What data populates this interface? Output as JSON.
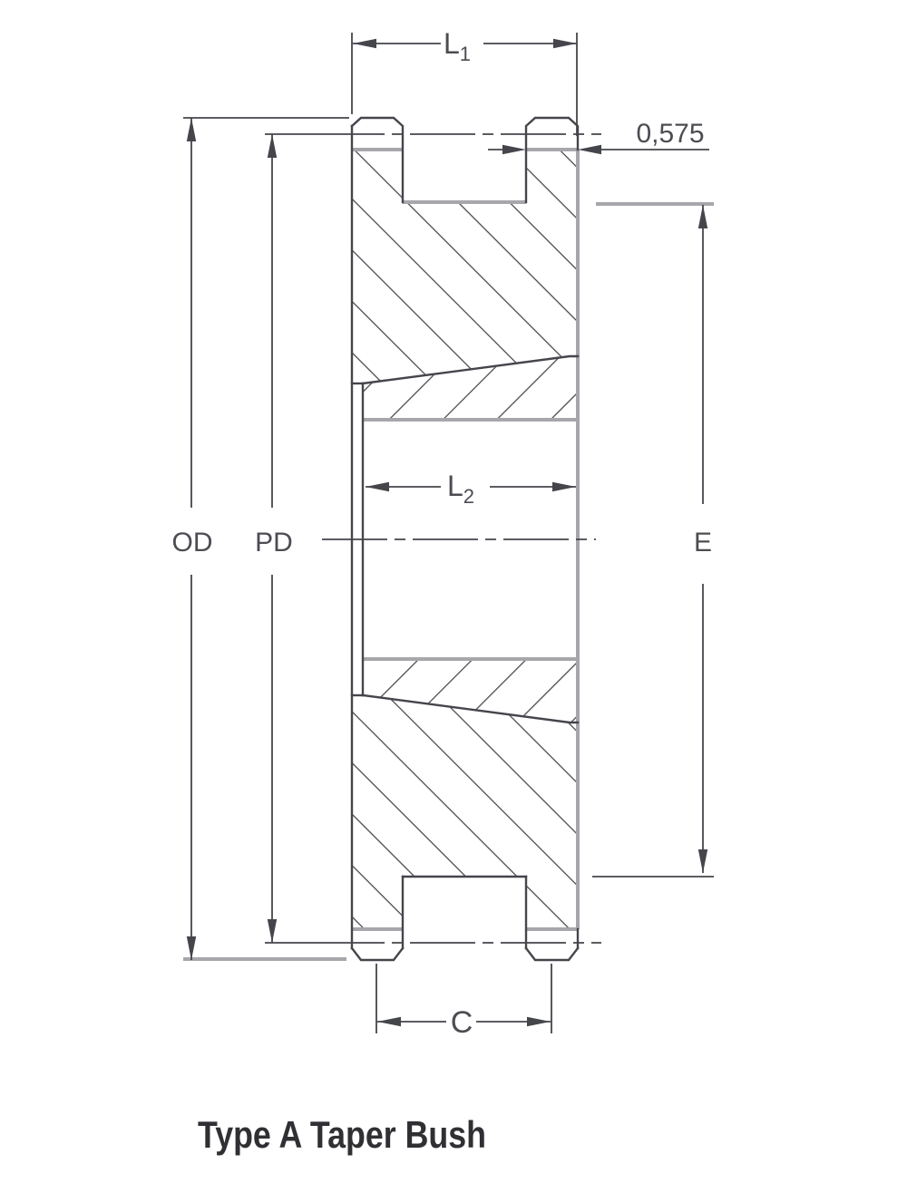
{
  "caption": "Type A Taper Bush",
  "colors": {
    "background": "#ffffff",
    "line": "#45454c",
    "accent_gray": "#a7a7ab",
    "text": "#4c4c53",
    "caption": "#303034"
  },
  "dimensions": {
    "l1": {
      "main": "L",
      "sub": "1"
    },
    "tooth_width": "0,575",
    "od": "OD",
    "pd": "PD",
    "l2": {
      "main": "L",
      "sub": "2"
    },
    "e": "E",
    "c": "C"
  }
}
